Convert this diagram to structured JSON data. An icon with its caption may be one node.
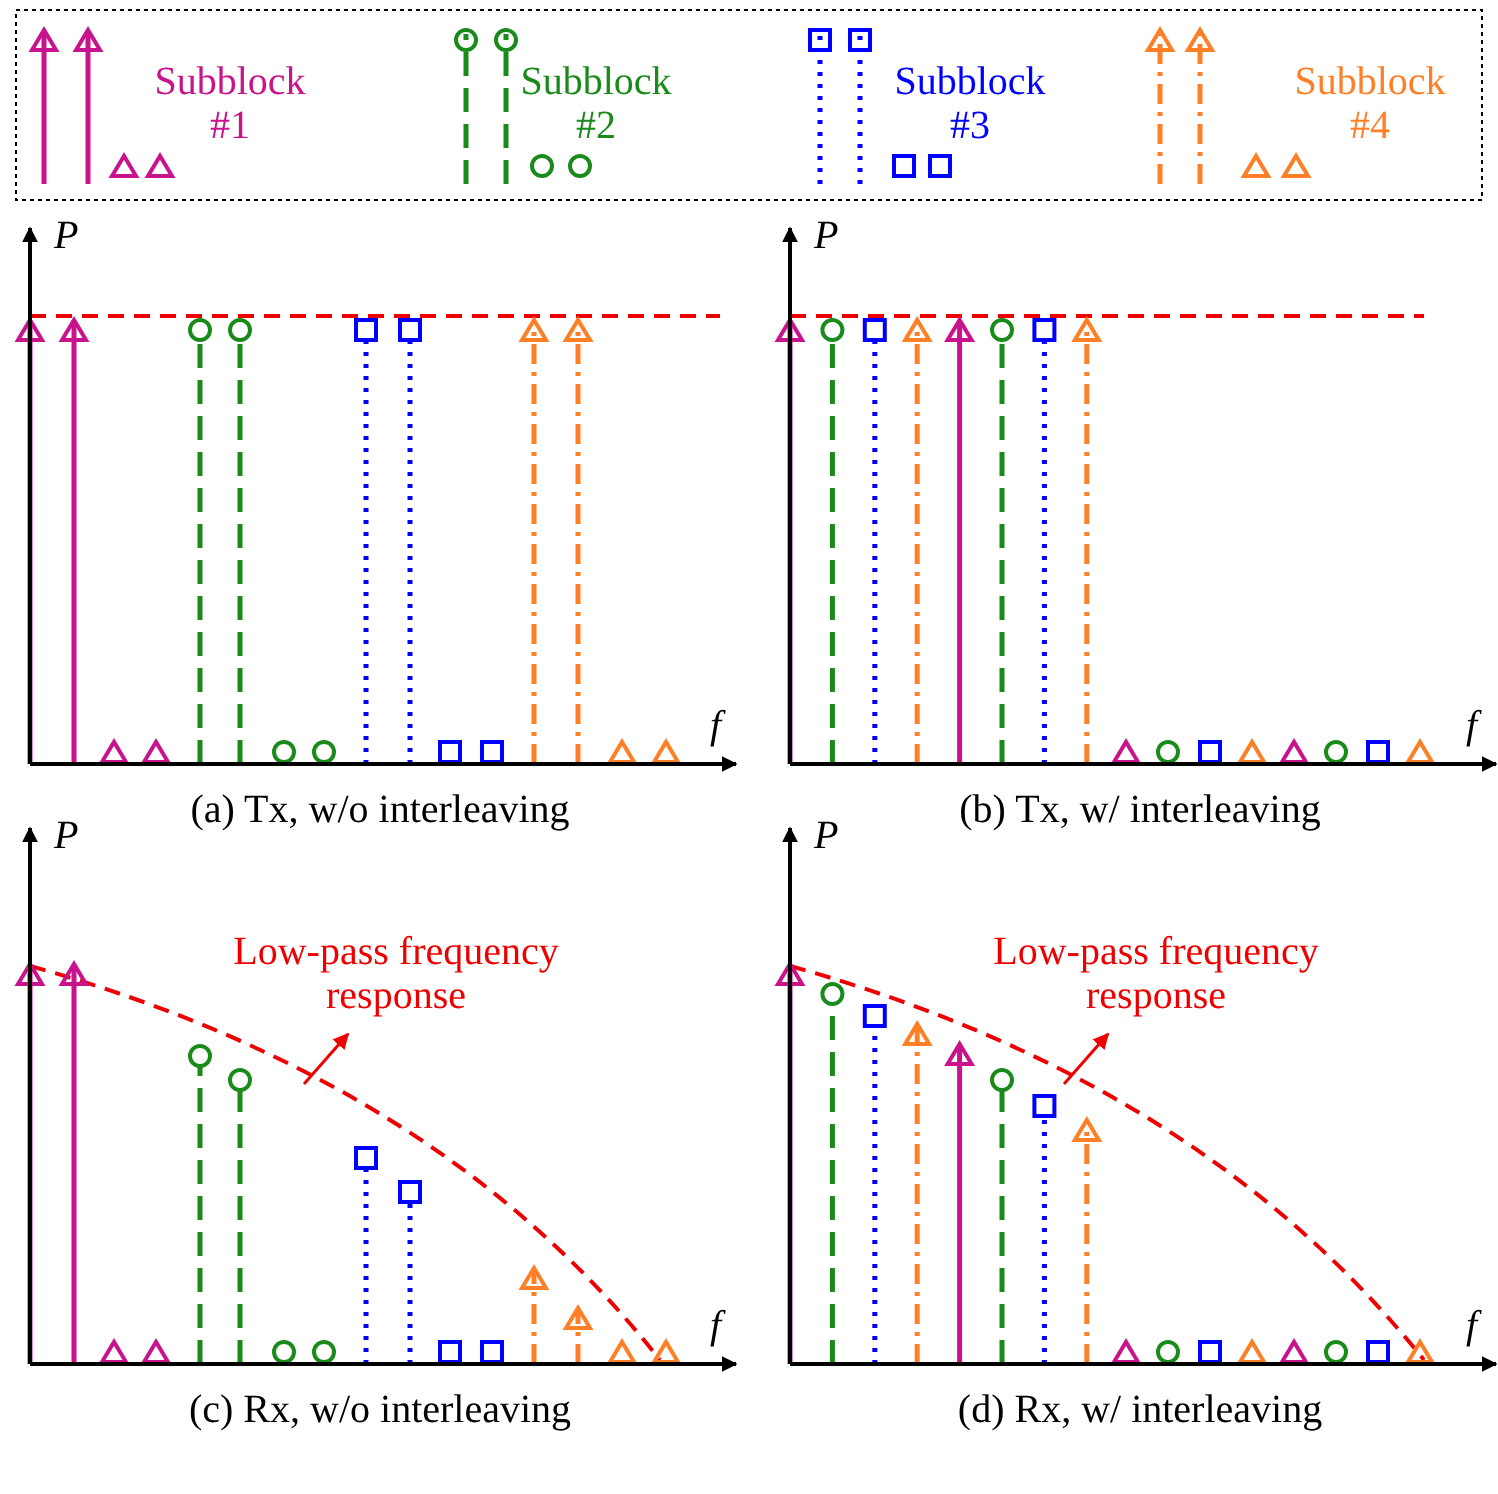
{
  "diagram": {
    "nodes": [
      {
        "text": [
          "Low-pass frequency response"
        ]
      },
      {
        "text": [
          "Low-pass frequency response"
        ]
      }
    ],
    "edges": [
      {
        "from": null,
        "to": 0,
        "arrow": "to"
      },
      {
        "from": null,
        "to": 1,
        "arrow": "to"
      }
    ],
    "labels": [
      "P",
      "f",
      "(a) Tx, w/o interleaving",
      "P",
      "f",
      "(b) Tx, w/ interleaving",
      "P",
      "f",
      "(c) Rx, w/o interleaving",
      "P",
      "f",
      "(d) Rx, w/ interleaving"
    ],
    "legend": [
      {
        "text": "Subblock #1"
      },
      {
        "text": "Subblock #2"
      },
      {
        "text": "Subblock #3"
      },
      {
        "text": "Subblock #4"
      }
    ]
  }
}
